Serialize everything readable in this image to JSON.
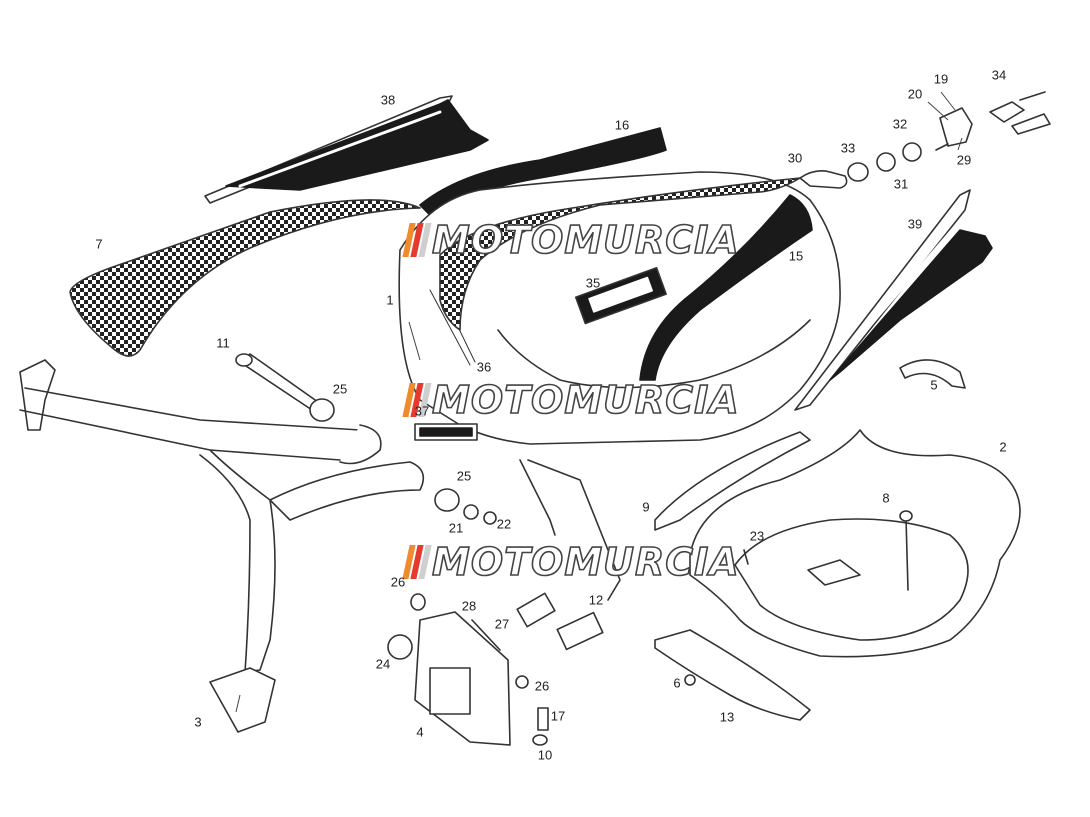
{
  "watermark": {
    "text": "MOTOMURCIA",
    "stripe_colors": [
      "#f08a2c",
      "#e63a2e",
      "#cfcfcf"
    ]
  },
  "labels": [
    {
      "id": "1",
      "text": "1"
    },
    {
      "id": "2",
      "text": "2"
    },
    {
      "id": "3",
      "text": "3"
    },
    {
      "id": "4",
      "text": "4"
    },
    {
      "id": "5",
      "text": "5"
    },
    {
      "id": "6",
      "text": "6"
    },
    {
      "id": "7",
      "text": "7"
    },
    {
      "id": "8",
      "text": "8"
    },
    {
      "id": "9",
      "text": "9"
    },
    {
      "id": "10",
      "text": "10"
    },
    {
      "id": "11",
      "text": "11"
    },
    {
      "id": "12",
      "text": "12"
    },
    {
      "id": "13",
      "text": "13"
    },
    {
      "id": "15",
      "text": "15"
    },
    {
      "id": "16",
      "text": "16"
    },
    {
      "id": "17",
      "text": "17"
    },
    {
      "id": "19",
      "text": "19"
    },
    {
      "id": "20",
      "text": "20"
    },
    {
      "id": "21",
      "text": "21"
    },
    {
      "id": "22",
      "text": "22"
    },
    {
      "id": "23",
      "text": "23"
    },
    {
      "id": "24",
      "text": "24"
    },
    {
      "id": "25a",
      "text": "25"
    },
    {
      "id": "25b",
      "text": "25"
    },
    {
      "id": "26a",
      "text": "26"
    },
    {
      "id": "26b",
      "text": "26"
    },
    {
      "id": "27",
      "text": "27"
    },
    {
      "id": "28",
      "text": "28"
    },
    {
      "id": "29",
      "text": "29"
    },
    {
      "id": "30",
      "text": "30"
    },
    {
      "id": "31",
      "text": "31"
    },
    {
      "id": "32",
      "text": "32"
    },
    {
      "id": "33",
      "text": "33"
    },
    {
      "id": "34",
      "text": "34"
    },
    {
      "id": "35",
      "text": "35"
    },
    {
      "id": "36",
      "text": "36"
    },
    {
      "id": "37",
      "text": "37"
    },
    {
      "id": "38",
      "text": "38"
    },
    {
      "id": "39",
      "text": "39"
    }
  ],
  "colors": {
    "line": "#333333",
    "fill_dark": "#1a1a1a",
    "paper": "#ffffff"
  }
}
